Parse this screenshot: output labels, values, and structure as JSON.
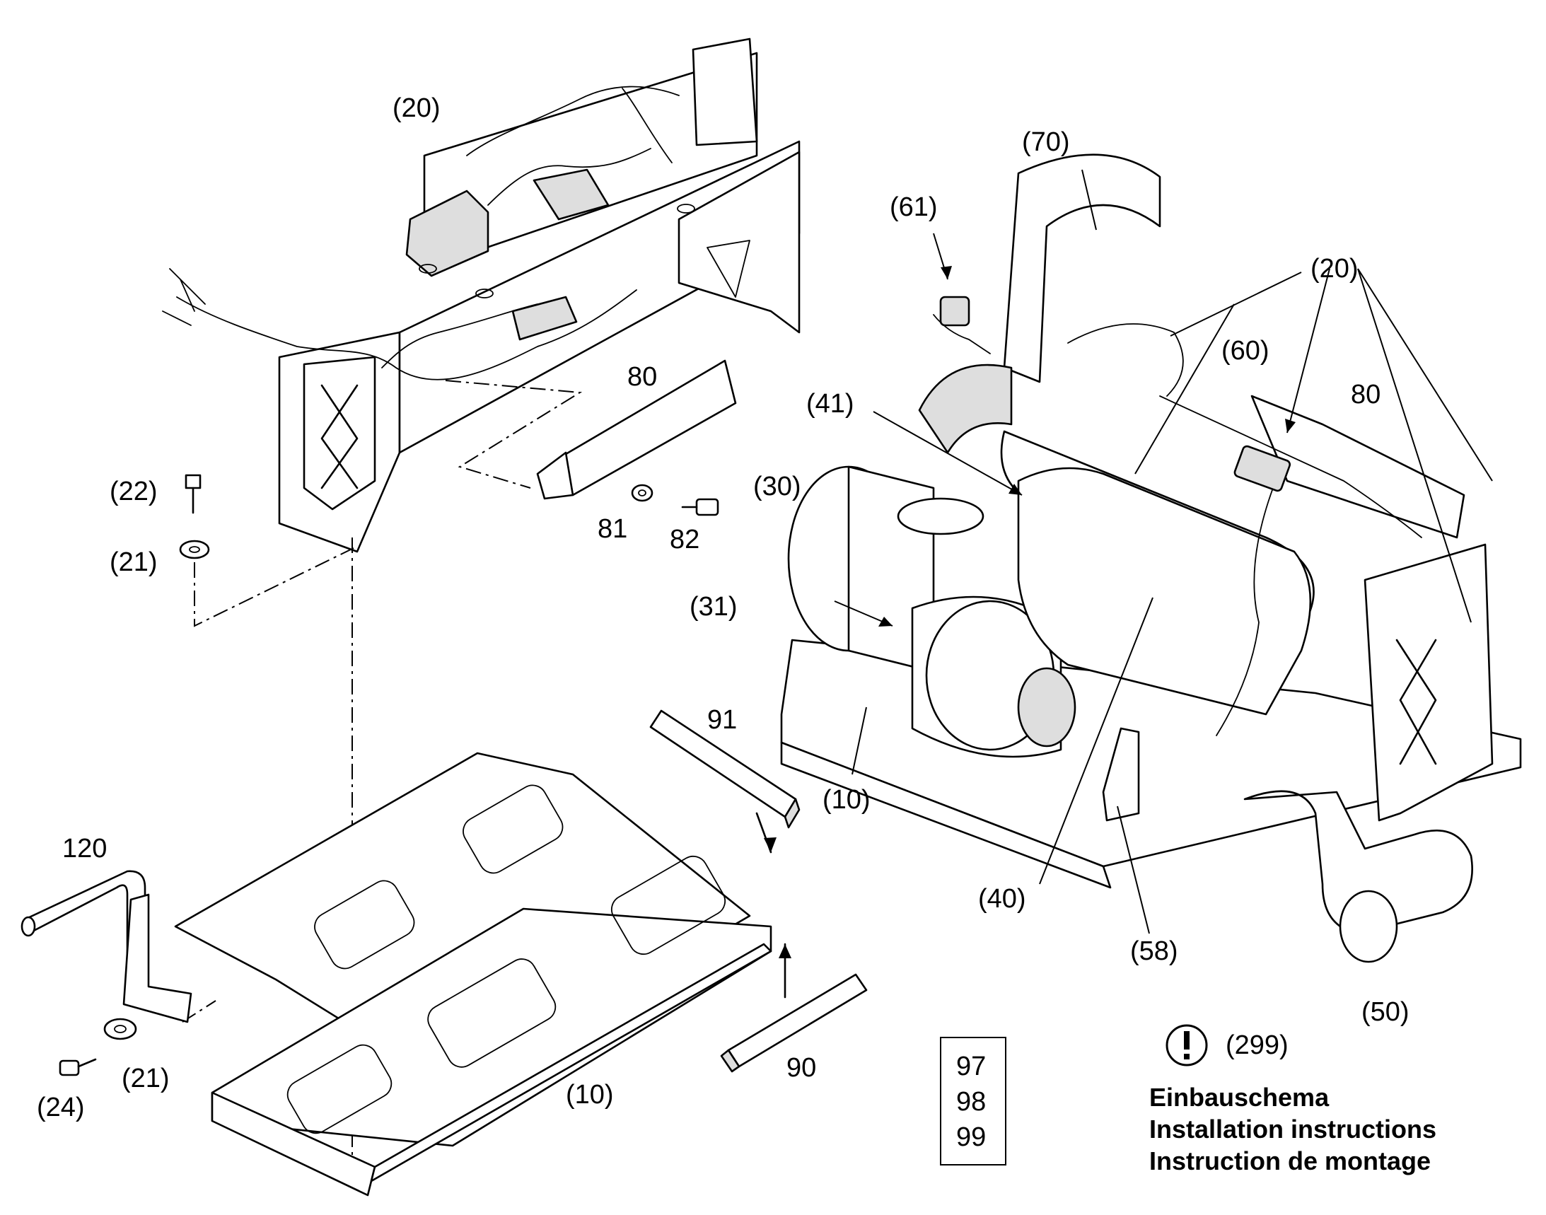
{
  "callouts": {
    "c20_top": "(20)",
    "c22": "(22)",
    "c21_left": "(21)",
    "c80_left": "80",
    "c81": "81",
    "c82": "82",
    "c91": "91",
    "c120": "120",
    "c21_bottom": "(21)",
    "c24": "(24)",
    "c10_bottom": "(10)",
    "c90": "90",
    "c70": "(70)",
    "c61": "(61)",
    "c20_right": "(20)",
    "c60": "(60)",
    "c41": "(41)",
    "c80_right": "80",
    "c30": "(30)",
    "c31": "(31)",
    "c10_right": "(10)",
    "c40": "(40)",
    "c58": "(58)",
    "c50": "(50)"
  },
  "variant_box": [
    "97",
    "98",
    "99"
  ],
  "notice": {
    "icon": "exclamation-circle-icon",
    "ref": "(299)",
    "title_de": "Einbauschema",
    "title_en": "Installation instructions",
    "title_fr": "Instruction de montage"
  }
}
